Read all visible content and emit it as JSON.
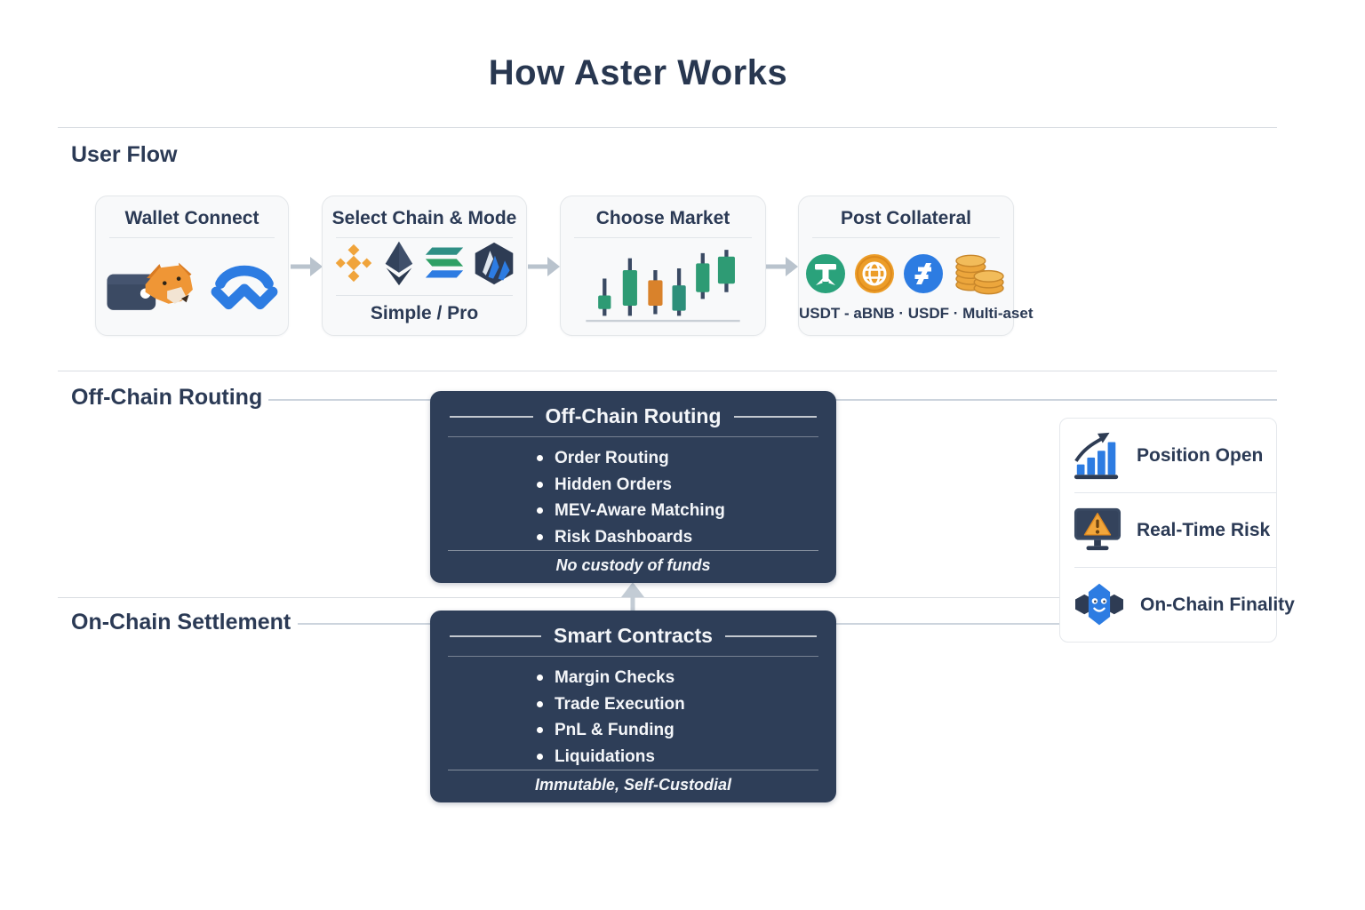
{
  "title": "How Aster Works",
  "user_flow": {
    "label": "User Flow",
    "cards": [
      {
        "title": "Wallet Connect"
      },
      {
        "title": "Select Chain & Mode",
        "footer": "Simple / Pro"
      },
      {
        "title": "Choose Market"
      },
      {
        "title": "Post Collateral",
        "footer": "USDT - aBNB · USDF · Multi-aset"
      }
    ]
  },
  "off_chain": {
    "section_label": "Off-Chain Routing",
    "card_title": "Off-Chain Routing",
    "bullets": [
      "Order Routing",
      "Hidden Orders",
      "MEV-Aware Matching",
      "Risk Dashboards"
    ],
    "footer": "No custody of funds"
  },
  "on_chain": {
    "section_label": "On-Chain Settlement",
    "card_title": "Smart Contracts",
    "bullets": [
      "Margin Checks",
      "Trade Execution",
      "PnL & Funding",
      "Liquidations"
    ],
    "footer": "Immutable, Self-Custodial"
  },
  "outcomes": [
    {
      "label": "Position Open",
      "icon": "bar-chart-growth-icon"
    },
    {
      "label": "Real-Time Risk",
      "icon": "monitor-warning-icon"
    },
    {
      "label": "On-Chain Finality",
      "icon": "chain-hexagon-icon"
    }
  ],
  "colors": {
    "navy_text": "#2b3a55",
    "dark_card_bg": "#2e3e58",
    "accent_blue": "#2d7ce2",
    "accent_orange": "#f0a43b",
    "accent_green": "#2e9b74",
    "arrow_gray": "#b9c3cd"
  }
}
